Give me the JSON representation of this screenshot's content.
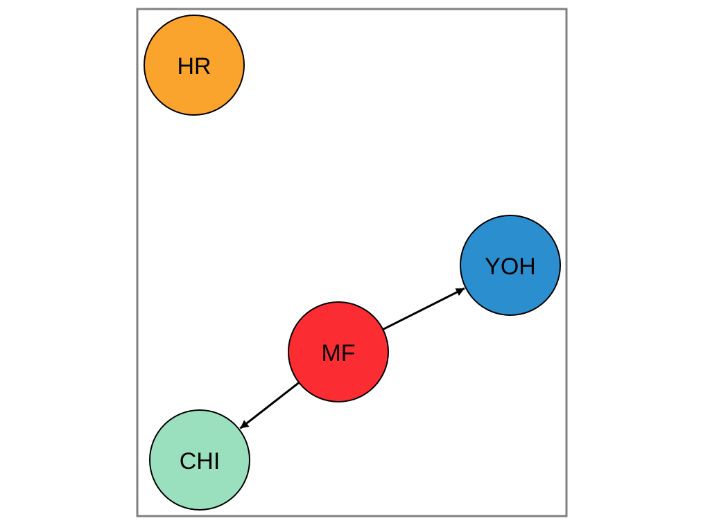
{
  "diagram": {
    "nodes": [
      {
        "id": "HR",
        "label": "HR",
        "color": "#FAA42D"
      },
      {
        "id": "YOH",
        "label": "YOH",
        "color": "#2A8ECF"
      },
      {
        "id": "MF",
        "label": "MF",
        "color": "#FC2C33"
      },
      {
        "id": "CHI",
        "label": "CHI",
        "color": "#9ADFBE"
      }
    ],
    "edges": [
      {
        "from": "MF",
        "to": "YOH",
        "directed": true
      },
      {
        "from": "MF",
        "to": "CHI",
        "directed": true
      }
    ],
    "frame_color": "#808080",
    "edge_color": "#000000"
  }
}
